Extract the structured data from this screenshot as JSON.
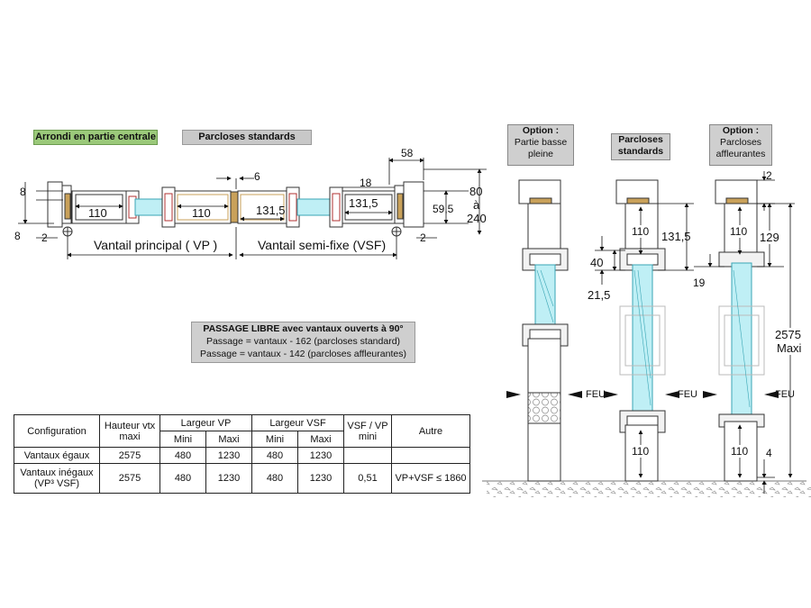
{
  "tags": {
    "arrondi": "Arrondi en partie centrale",
    "parcloses_standards": "Parcloses standards"
  },
  "plan": {
    "dims": {
      "d8_top": "8",
      "d8_bottom": "8",
      "d2_left": "2",
      "d2_right": "2",
      "d110_a": "110",
      "d110_b": "110",
      "d6": "6",
      "d131_a": "131,5",
      "d131_b": "131,5",
      "d18": "18",
      "d58": "58",
      "d59": "59,5",
      "d80": "80",
      "d_a": "à",
      "d240": "240"
    },
    "vp_label": "Vantail principal ( VP )",
    "vsf_label": "Vantail semi-fixe (VSF)"
  },
  "passage": {
    "title": "PASSAGE LIBRE avec vantaux ouverts à 90°",
    "line1": "Passage = vantaux - 162 (parcloses standard)",
    "line2": "Passage = vantaux - 142 (parcloses affleurantes)"
  },
  "table": {
    "headers": {
      "configuration": "Configuration",
      "hauteur": "Hauteur vtx maxi",
      "largeur_vp": "Largeur VP",
      "largeur_vsf": "Largeur VSF",
      "ratio": "VSF / VP mini",
      "autre": "Autre",
      "mini": "Mini",
      "maxi": "Maxi"
    },
    "rows": [
      {
        "config": "Vantaux égaux",
        "hauteur": "2575",
        "vp_mini": "480",
        "vp_maxi": "1230",
        "vsf_mini": "480",
        "vsf_maxi": "1230",
        "ratio": "",
        "autre": ""
      },
      {
        "config": "Vantaux inégaux (VP³ VSF)",
        "hauteur": "2575",
        "vp_mini": "480",
        "vp_maxi": "1230",
        "vsf_mini": "480",
        "vsf_maxi": "1230",
        "ratio": "0,51",
        "autre": "VP+VSF ≤ 1860"
      }
    ]
  },
  "sections": {
    "opt1": {
      "title": "Option :",
      "line1": "Partie basse",
      "line2": "pleine"
    },
    "opt2": {
      "line1": "Parcloses",
      "line2": "standards"
    },
    "opt3": {
      "title": "Option :",
      "line1": "Parcloses",
      "line2": "affleurantes"
    },
    "dims": {
      "d110_s2_top": "110",
      "d131_s2": "131,5",
      "d40": "40",
      "d21": "21,5",
      "d110_s2_bot": "110",
      "d2_s3": "2",
      "d110_s3_top": "110",
      "d129": "129",
      "d19": "19",
      "d2575": "2575",
      "maxi": "Maxi",
      "d110_s3_bot": "110",
      "d4": "4"
    },
    "feu": "FEU"
  },
  "colors": {
    "glass": "#bfeff5",
    "glass_stroke": "#3aa6b5",
    "wood": "#c9a15a",
    "frame_red": "#b03030",
    "tag_green": "#9bc97a",
    "tag_grey": "#c8c8c8"
  }
}
